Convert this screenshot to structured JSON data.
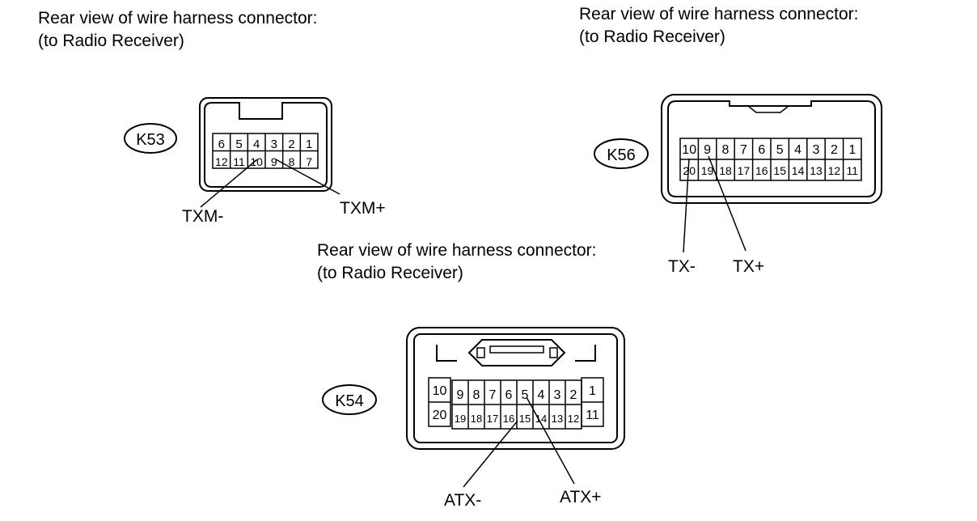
{
  "connectors": [
    {
      "id": "k53",
      "caption_line1": "Rear view of wire harness connector:",
      "caption_line2": "(to Radio Receiver)",
      "label": "K53",
      "top_row": [
        "6",
        "5",
        "4",
        "3",
        "2",
        "1"
      ],
      "bottom_row": [
        "12",
        "11",
        "10",
        "9",
        "8",
        "7"
      ],
      "signals": [
        {
          "name": "TXM-",
          "pin": "10"
        },
        {
          "name": "TXM+",
          "pin": "9"
        }
      ]
    },
    {
      "id": "k56",
      "caption_line1": "Rear view of wire harness connector:",
      "caption_line2": "(to Radio Receiver)",
      "label": "K56",
      "top_row": [
        "10",
        "9",
        "8",
        "7",
        "6",
        "5",
        "4",
        "3",
        "2",
        "1"
      ],
      "bottom_row": [
        "20",
        "19",
        "18",
        "17",
        "16",
        "15",
        "14",
        "13",
        "12",
        "11"
      ],
      "signals": [
        {
          "name": "TX-",
          "pin": "10"
        },
        {
          "name": "TX+",
          "pin": "9"
        }
      ]
    },
    {
      "id": "k54",
      "caption_line1": "Rear view of wire harness connector:",
      "caption_line2": "(to Radio Receiver)",
      "label": "K54",
      "left_pins": [
        "10",
        "20"
      ],
      "top_row": [
        "9",
        "8",
        "7",
        "6",
        "5",
        "4",
        "3",
        "2"
      ],
      "bottom_row": [
        "19",
        "18",
        "17",
        "16",
        "15",
        "14",
        "13",
        "12"
      ],
      "right_pins": [
        "1",
        "11"
      ],
      "signals": [
        {
          "name": "ATX-",
          "pin": "15"
        },
        {
          "name": "ATX+",
          "pin": "5"
        }
      ]
    }
  ]
}
